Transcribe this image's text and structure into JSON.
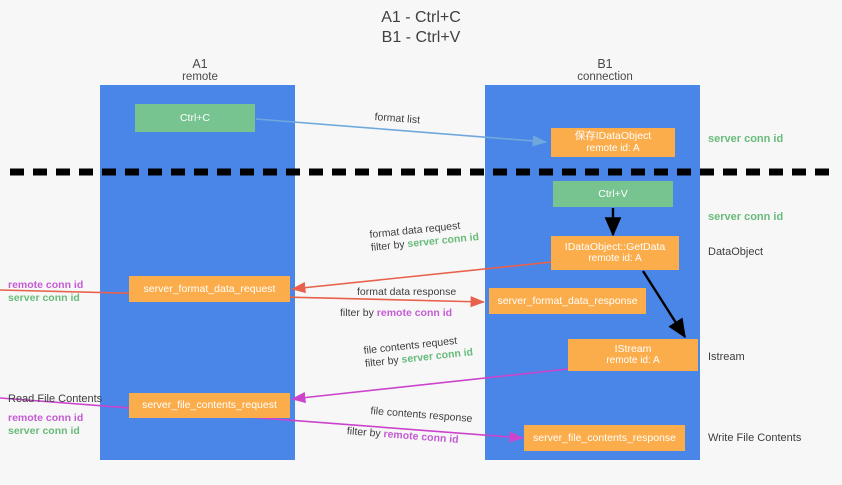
{
  "title": {
    "line1": "A1 - Ctrl+C",
    "line2": "B1 - Ctrl+V"
  },
  "columns": {
    "left": {
      "name": "A1",
      "sub": "remote"
    },
    "right": {
      "name": "B1",
      "sub": "connection"
    }
  },
  "colors": {
    "lane": "#4a86e8",
    "green_box": "#77c490",
    "orange_box": "#fbad4b",
    "server_conn": "#69bb7b",
    "remote_conn": "#c45bd4",
    "arrow_blue": "#6fa8dc",
    "arrow_red": "#e8614c",
    "arrow_magenta": "#cc44cc",
    "arrow_black": "#000000",
    "divider": "#000000",
    "background": "#f7f7f7"
  },
  "boxes": {
    "ctrl_c": {
      "line1": "Ctrl+C"
    },
    "ctrl_v": {
      "line1": "Ctrl+V"
    },
    "save_dataobject": {
      "line1": "保存IDataObject",
      "line2": "remote id: A"
    },
    "getdata": {
      "line1": "IDataObject::GetData",
      "line2": "remote id: A"
    },
    "istream": {
      "line1": "IStream",
      "line2": "remote id: A"
    },
    "server_format_data_request": {
      "line1": "server_format_data_request"
    },
    "server_format_data_response": {
      "line1": "server_format_data_response"
    },
    "server_file_contents_request": {
      "line1": "server_file_contents_request"
    },
    "server_file_contents_response": {
      "line1": "server_file_contents_response"
    }
  },
  "edge_labels": {
    "format_list": "format list",
    "format_data_request": {
      "line1": "format data request",
      "filter_prefix": "filter by ",
      "filter_value": "server conn id"
    },
    "format_data_response": {
      "line1": "format data response",
      "filter_prefix": "filter by ",
      "filter_value": "remote conn id"
    },
    "file_contents_request": {
      "line1": "file contents request",
      "filter_prefix": "filter by ",
      "filter_value": "server conn id"
    },
    "file_contents_response": {
      "line1": "file contents response",
      "filter_prefix": "filter by ",
      "filter_value": "remote conn id"
    }
  },
  "right_annotations": [
    {
      "text": "server conn id",
      "kind": "server"
    },
    {
      "text": "server conn id",
      "kind": "server"
    },
    {
      "text": "DataObject",
      "kind": "plain"
    },
    {
      "text": "Istream",
      "kind": "plain"
    },
    {
      "text": "Write File Contents",
      "kind": "plain"
    }
  ],
  "left_annotations": {
    "conn_pair_top": {
      "remote": "remote conn id",
      "server": "server conn id"
    },
    "read_file_contents": "Read File Contents",
    "conn_pair_bottom": {
      "remote": "remote conn id",
      "server": "server conn id"
    }
  }
}
